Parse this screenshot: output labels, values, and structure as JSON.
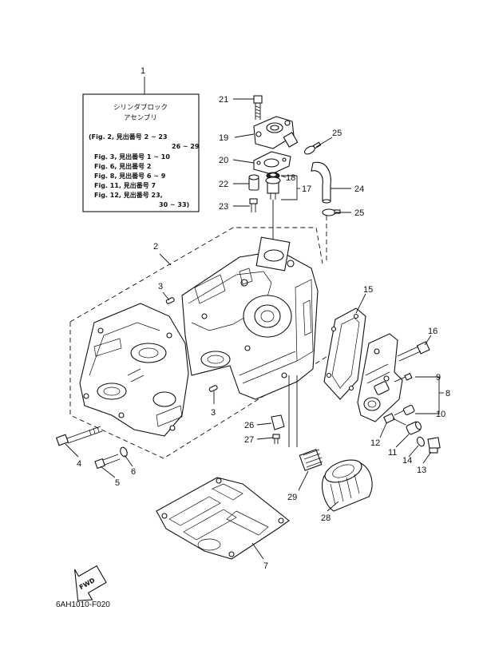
{
  "info_box": {
    "ref": "1",
    "title_line1": "シリンダブロック",
    "title_line2": "アセンブリ",
    "fig_lines": [
      "(Fig. 2, 見出番号 2 ~ 23",
      "26 ~ 29",
      "Fig. 3, 見出番号 1 ~ 10",
      "Fig. 6, 見出番号 2",
      "Fig. 8, 見出番号 6 ~ 9",
      "Fig. 11, 見出番号 7",
      "Fig. 12, 見出番号 23,",
      "30 ~ 33)"
    ]
  },
  "callouts": {
    "c2": "2",
    "c3a": "3",
    "c3b": "3",
    "c4": "4",
    "c5": "5",
    "c6": "6",
    "c7": "7",
    "c8": "8",
    "c9": "9",
    "c10": "10",
    "c11": "11",
    "c12": "12",
    "c13": "13",
    "c14": "14",
    "c15": "15",
    "c16": "16",
    "c17": "17",
    "c18": "18",
    "c19": "19",
    "c20": "20",
    "c21": "21",
    "c22": "22",
    "c23": "23",
    "c24": "24",
    "c25a": "25",
    "c25b": "25",
    "c26": "26",
    "c27": "27",
    "c28": "28",
    "c29": "29"
  },
  "fwd_label": "FWD",
  "drawing_code": "6AH1010-F020"
}
